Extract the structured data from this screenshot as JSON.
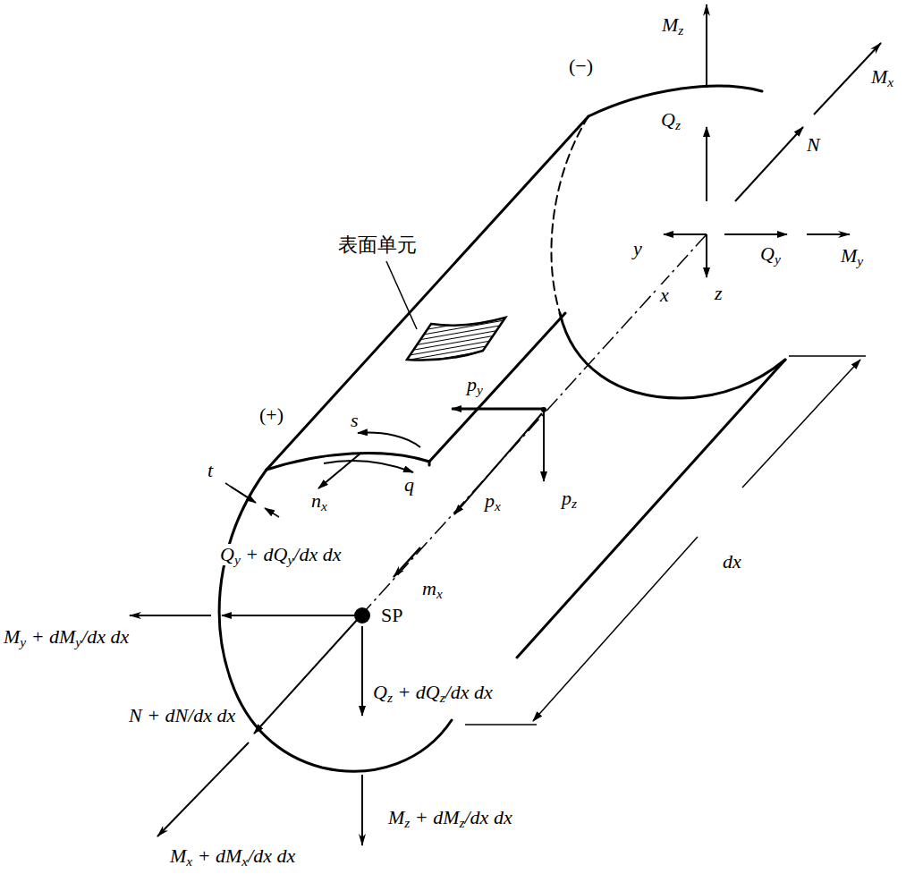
{
  "diagram": {
    "labels": [
      "Mz",
      "(−)",
      "Mx",
      "Qz",
      "N",
      "y",
      "Qy",
      "My",
      "x",
      "z",
      "表面单元",
      "py",
      "(+)",
      "s",
      "t",
      "nx",
      "q",
      "px",
      "pz",
      "dx",
      "Qy + dQy/dx dx",
      "mx",
      "My + dMy/dx dx",
      "SP",
      "Qz + dQz/dx dx",
      "N + dN/dx dx",
      "Mz + dMz/dx dx",
      "Mx + dMx/dx dx"
    ]
  }
}
